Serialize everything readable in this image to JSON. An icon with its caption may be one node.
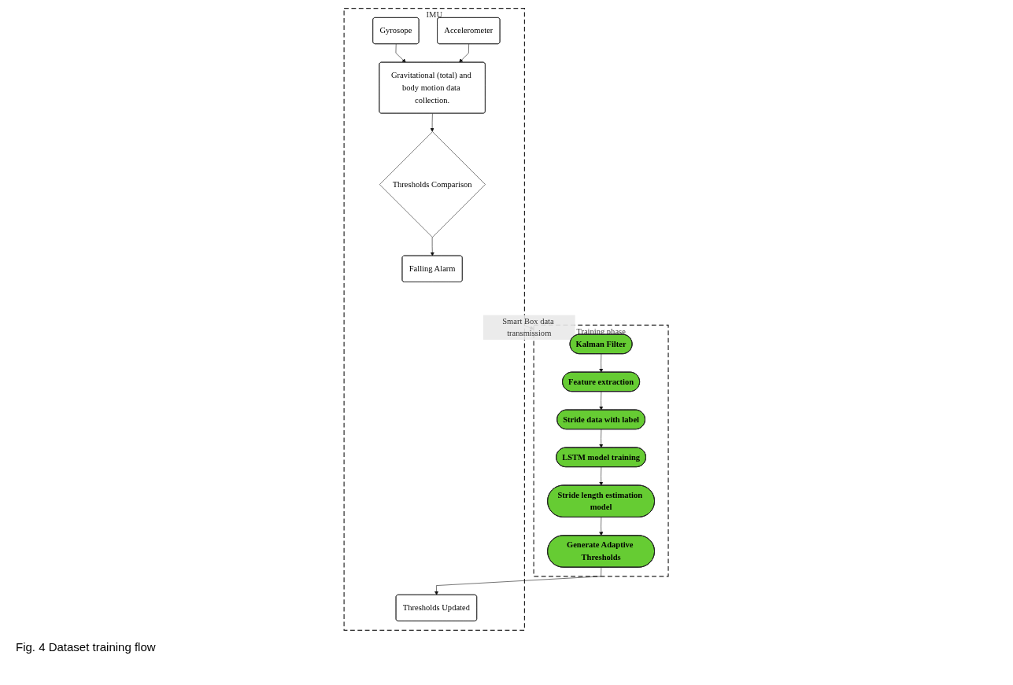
{
  "diagram": {
    "caption": "Fig. 4 Dataset training flow",
    "nodes": [
      {
        "text": [
          "Training phase"
        ]
      },
      {
        "text": [
          "Kalman Filter"
        ],
        "in": 0
      },
      {
        "text": [
          "Feature extraction"
        ],
        "in": 0
      },
      {
        "text": [
          "Stride data with label"
        ],
        "in": 0
      },
      {
        "text": [
          "LSTM model training"
        ],
        "in": 0
      },
      {
        "text": [
          "Stride length estimation model"
        ],
        "in": 0
      },
      {
        "text": [
          "Generate Adaptive Thresholds"
        ],
        "in": 0
      },
      {
        "text": [
          "IMU"
        ]
      },
      {
        "text": [
          "Falling Alarm"
        ],
        "in": 7
      },
      {
        "text": [
          "Thresholds Comparison"
        ],
        "in": 7
      },
      {
        "text": [
          "Gravitational (total) and body motion data collection."
        ],
        "in": 7
      },
      {
        "text": [
          "Gyrosope"
        ],
        "in": 7
      },
      {
        "text": [
          "Accelerometer"
        ],
        "in": 7
      },
      {
        "text": [
          "Thresholds Updated"
        ],
        "in": 7
      }
    ],
    "edges": [
      {
        "from": 1,
        "to": 2,
        "arrow": "to"
      },
      {
        "from": 2,
        "to": 3,
        "arrow": "to"
      },
      {
        "from": 3,
        "to": 4,
        "arrow": "to"
      },
      {
        "from": 4,
        "to": 5,
        "arrow": "to"
      },
      {
        "from": 5,
        "to": 6,
        "arrow": "to"
      },
      {
        "from": 6,
        "to": 13,
        "arrow": "to"
      },
      {
        "from": 11,
        "to": 10,
        "arrow": "to"
      },
      {
        "from": 12,
        "to": 10,
        "arrow": "to"
      },
      {
        "from": 10,
        "to": 9,
        "arrow": "to"
      },
      {
        "from": 9,
        "to": 8,
        "arrow": "to"
      },
      {
        "from": 7,
        "to": 0,
        "arrow": "to",
        "label": "Smart Box data transmissiom"
      }
    ]
  }
}
